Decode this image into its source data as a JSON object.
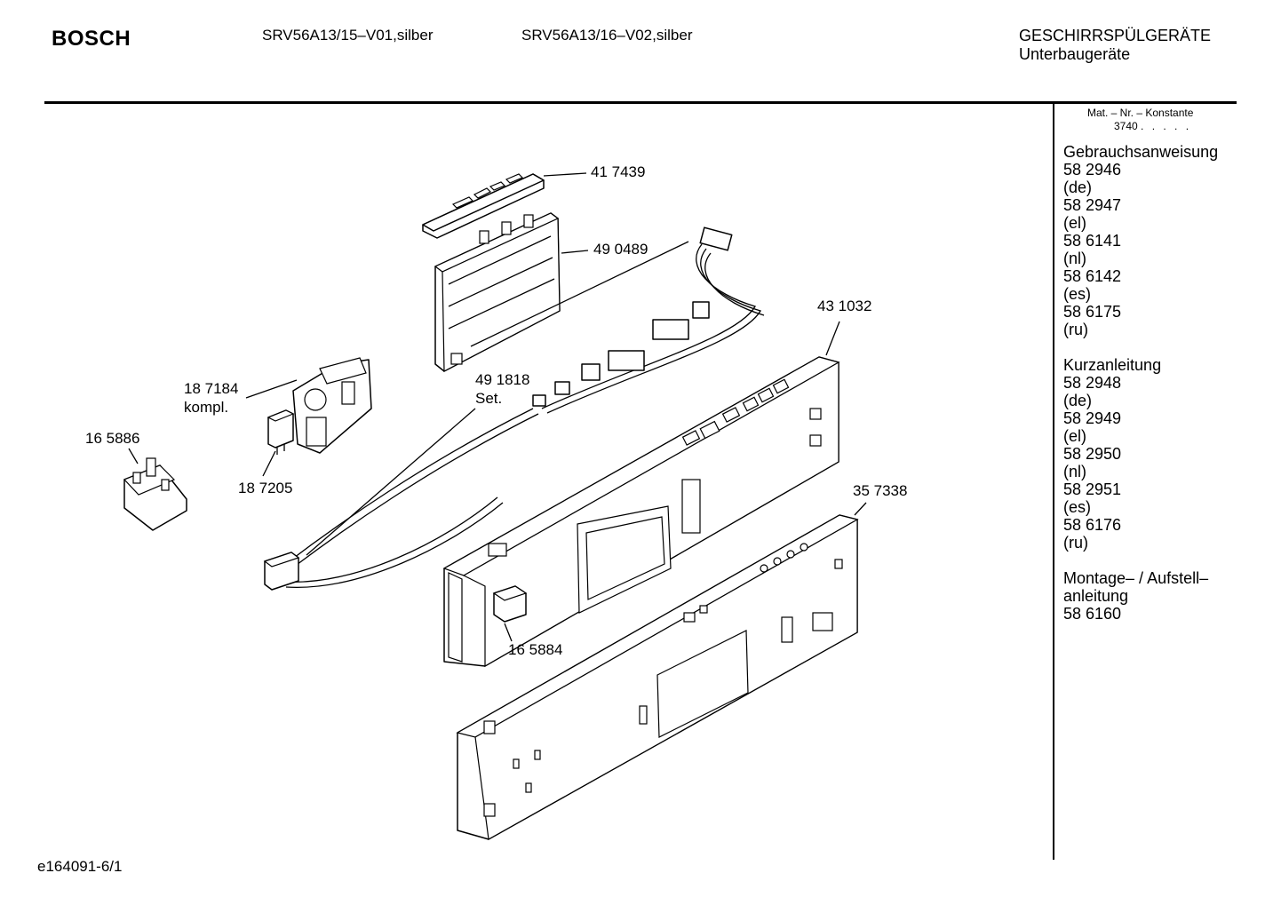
{
  "header": {
    "brand": "BOSCH",
    "model_1": "SRV56A13/15–V01,silber",
    "model_2": "SRV56A13/16–V02,silber",
    "category_title": "GESCHIRRSPÜLGERÄTE",
    "category_subtitle": "Unterbaugeräte"
  },
  "material": {
    "label": "Mat. – Nr. – Konstante",
    "value": "3740",
    "dots": ". . . . ."
  },
  "sidebar": {
    "groups": [
      {
        "title": "Gebrauchsanweisung",
        "lines": [
          "58 2946",
          "(de)",
          "58 2947",
          "(el)",
          "58 6141",
          "(nl)",
          "58 6142",
          "(es)",
          "58 6175",
          "(ru)"
        ]
      },
      {
        "title": "Kurzanleitung",
        "lines": [
          "58 2948",
          "(de)",
          "58 2949",
          "(el)",
          "58 2950",
          "(nl)",
          "58 2951",
          "(es)",
          "58 6176",
          "(ru)"
        ]
      },
      {
        "title": "Montage– / Aufstell–",
        "lines": [
          "anleitung",
          "58 6160"
        ]
      }
    ]
  },
  "parts": {
    "p417439": "41 7439",
    "p490489": "49 0489",
    "p431032": "43 1032",
    "p491818": "49 1818",
    "p491818_note": "Set.",
    "p187184": "18 7184",
    "p187184_note": "kompl.",
    "p165886": "16 5886",
    "p187205": "18 7205",
    "p357338": "35 7338",
    "p165884": "16 5884"
  },
  "footer": {
    "drawing_id": "e164091-6/1"
  }
}
